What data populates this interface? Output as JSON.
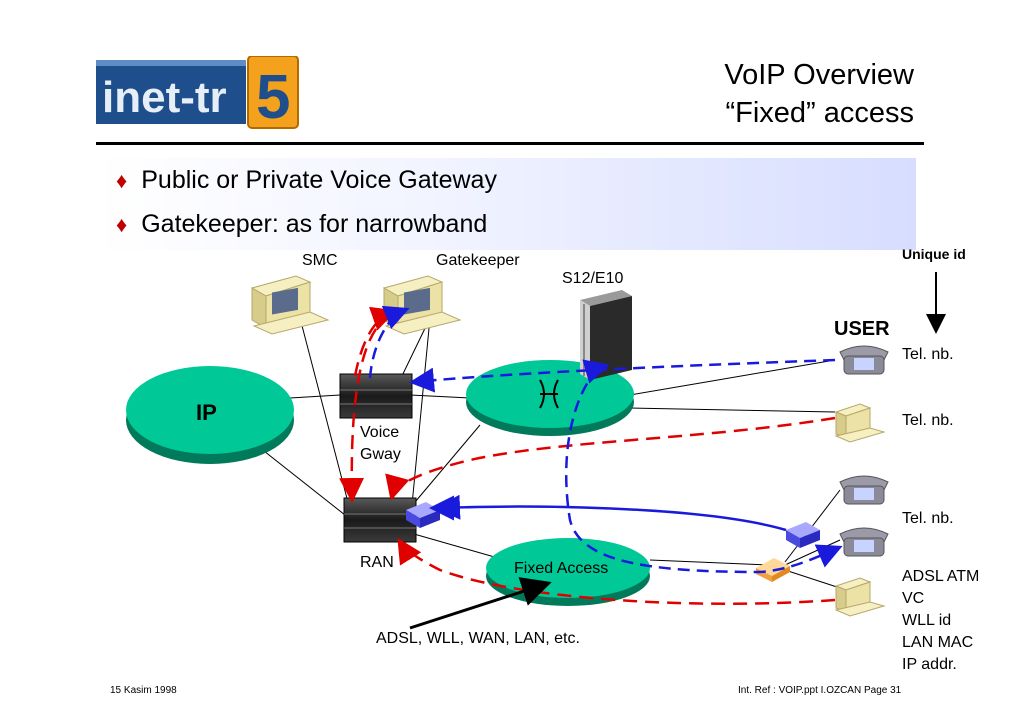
{
  "logo": {
    "text": "inet-tr",
    "number": "5"
  },
  "header": {
    "title_line1": "VoIP Overview",
    "title_line2": "“Fixed” access"
  },
  "bullets": [
    {
      "text": "Public or Private Voice Gateway"
    },
    {
      "text": "Gatekeeper: as for narrowband"
    }
  ],
  "diagram": {
    "smc": "SMC",
    "gatekeeper": "Gatekeeper",
    "s12": "S12/E10",
    "ip": "IP",
    "voice_gway_1": "Voice",
    "voice_gway_2": "Gway",
    "ran": "RAN",
    "fixed_access": "Fixed Access",
    "access_types": "ADSL, WLL, WAN, LAN, etc.",
    "unique_id": "Unique id",
    "user": "USER",
    "tel_nb_1": "Tel. nb.",
    "tel_nb_2": "Tel. nb.",
    "tel_nb_3": "Tel. nb.",
    "ids": [
      "ADSL ATM",
      "VC",
      "WLL id",
      "LAN MAC",
      "IP addr."
    ]
  },
  "footer": {
    "date": "15 Kasim 1998",
    "ref": "Int. Ref :  VOIP.ppt I.OZCAN   Page 31"
  },
  "colors": {
    "accent_red": "#c00000",
    "ellipse_green": "#00c896",
    "dash_red": "#e00000",
    "dash_blue": "#1a1adc",
    "logo_blue": "#1e4f8c",
    "logo_orange": "#f4a21e"
  }
}
